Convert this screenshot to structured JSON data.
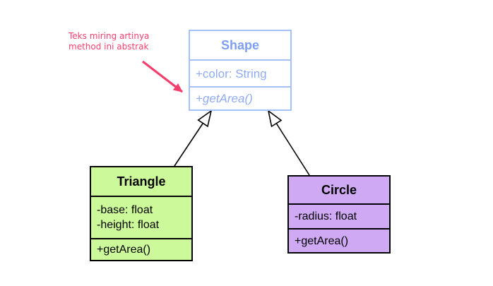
{
  "diagram": {
    "type": "uml-class-diagram",
    "annotation": {
      "line1": "Teks miring artinya",
      "line2": "method ini abstrak"
    },
    "classes": {
      "shape": {
        "name": "Shape",
        "attributes": [
          "+color: String"
        ],
        "methods": [
          "+getArea()"
        ],
        "abstract_method": true
      },
      "triangle": {
        "name": "Triangle",
        "attributes": [
          "-base: float",
          "-height: float"
        ],
        "methods": [
          "+getArea()"
        ]
      },
      "circle": {
        "name": "Circle",
        "attributes": [
          "-radius: float"
        ],
        "methods": [
          "+getArea()"
        ]
      }
    },
    "relationships": [
      {
        "from": "Triangle",
        "to": "Shape",
        "type": "generalization"
      },
      {
        "from": "Circle",
        "to": "Shape",
        "type": "generalization"
      }
    ],
    "colors": {
      "shape_border": "#a6c1f8",
      "shape_title_text": "#7e9ff0",
      "shape_member_text": "#8fabf3",
      "triangle_fill": "#ccf999",
      "circle_fill": "#d0a9f5",
      "class_border_dark": "#000000",
      "annotation_pink": "#f43f6e",
      "background": "#ffffff"
    }
  }
}
